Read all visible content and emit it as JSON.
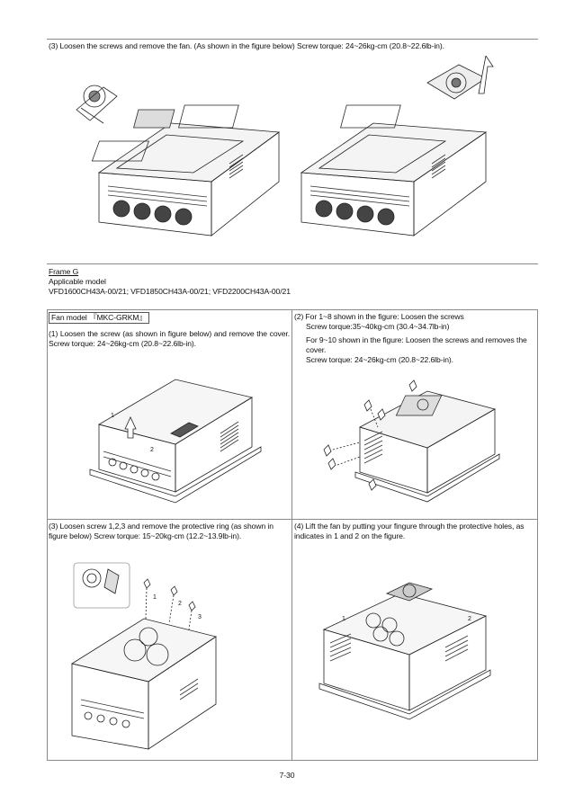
{
  "step3_frameF": {
    "text": "(3)   Loosen the screws and remove the fan. (As shown in the figure below)    Screw torque: 24~26kg-cm (20.8~22.6lb-in)."
  },
  "frame": {
    "title": "Frame G",
    "applicable": "Applicable model",
    "models": "VFD1600CH43A-00/21; VFD1850CH43A-00/21; VFD2200CH43A-00/21"
  },
  "fan_model": {
    "label": "Fan model 『MKC-GRKM』"
  },
  "cell1": {
    "text": "(1) Loosen the screw (as shown in figure below) and remove the cover. Screw torque: 24~26kg-cm (20.8~22.6lb-in)."
  },
  "cell2": {
    "line1": "(2) For 1~8 shown in the figure: Loosen the screws",
    "line2": "Screw torque:35~40kg-cm (30.4~34.7lb-in)",
    "line3": "For 9~10 shown in the figure: Loosen the screws and removes the cover.",
    "line4": "Screw torque: 24~26kg-cm (20.8~22.6lb-in)."
  },
  "cell3": {
    "text": "(3) Loosen screw 1,2,3 and remove the protective ring (as shown in figure below) Screw torque: 15~20kg-cm (12.2~13.9lb-in)."
  },
  "cell4": {
    "text": "(4) Lift the fan by putting your fingure through the protective holes, as indicates in 1 and 2 on the figure."
  },
  "figure_labels": {
    "c1_n1": "1",
    "c1_n2": "2",
    "c3_n1": "1",
    "c3_n2": "2",
    "c3_n3": "3",
    "c4_n1": "1",
    "c4_n2": "2"
  },
  "page_number": "7-30"
}
